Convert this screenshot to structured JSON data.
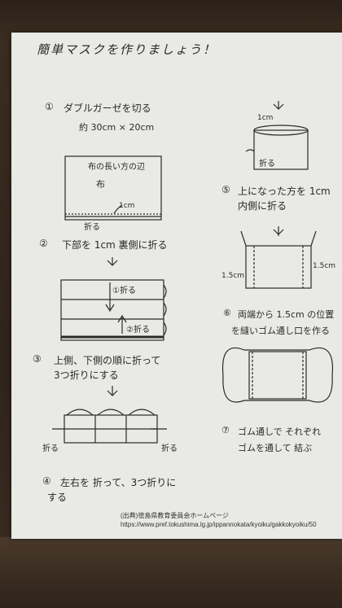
{
  "title": "簡単マスクを作りましょう！",
  "steps": {
    "s1_num": "①",
    "s1_text": "ダブルガーゼを切る",
    "s1_size": "約 30cm × 20cm",
    "s1_label_edge": "布の長い方の辺",
    "s1_label_cloth": "布",
    "s1_label_1cm": "1cm",
    "s1_label_fold": "折る",
    "s2_num": "②",
    "s2_text": "下部を 1cm 裏側に折る",
    "s2_fold1": "①折る",
    "s2_fold2": "②折る",
    "s3_num": "③",
    "s3_text1": "上側、下側の順に折って",
    "s3_text2": "3つ折りにする",
    "s3_fold_left": "折る",
    "s3_fold_right": "折る",
    "s4_num": "④",
    "s4_text1": "左右を 折って、3つ折りに",
    "s4_text2": "する",
    "r_1cm": "1cm",
    "r_fold": "折る",
    "s5_num": "⑤",
    "s5_text1": "上になった方を 1cm",
    "s5_text2": "内側に折る",
    "r_15a": "1.5cm",
    "r_15b": "1.5cm",
    "s6_num": "⑥",
    "s6_text1": "両端から 1.5cm の位置",
    "s6_text2": "を縫いゴム通し口を作る",
    "s7_num": "⑦",
    "s7_text1": "ゴム通しで それぞれ",
    "s7_text2": "ゴムを通して 結ぶ"
  },
  "credit": {
    "line1": "(出典)徳島県教育委員会ホームページ",
    "line2": "https://www.pref.tokushima.lg.jp/ippannokata/kyoiku/gakkokyoiku/50"
  }
}
